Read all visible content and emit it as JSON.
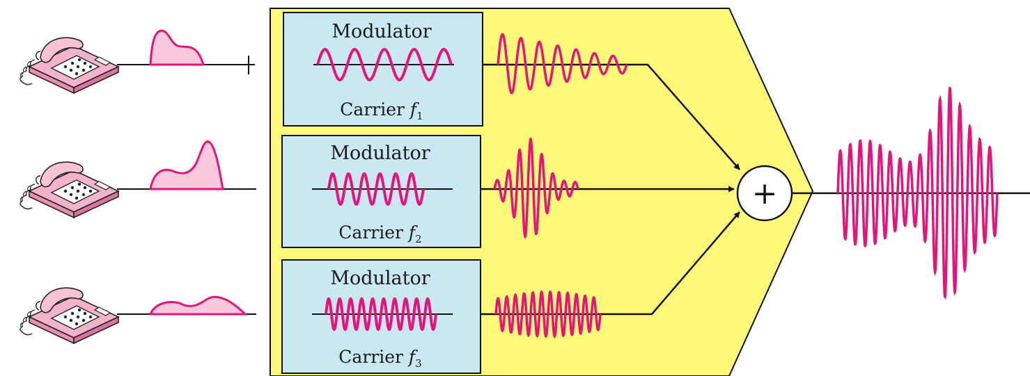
{
  "colors": {
    "background": "#ffffff",
    "panel_fill": "#fff97a",
    "modulator_fill": "#c9e8f2",
    "signal": "#e8127a",
    "signal_fill": "#f8c9dd",
    "line": "#111111"
  },
  "icons": [
    "telephone-icon",
    "telephone-icon",
    "telephone-icon",
    "summing-junction-plus-icon",
    "arrow-icon"
  ],
  "channels": [
    {
      "modulator_label": "Modulator",
      "carrier_text": "Carrier ",
      "carrier_symbol": "f",
      "carrier_subscript": "1"
    },
    {
      "modulator_label": "Modulator",
      "carrier_text": "Carrier ",
      "carrier_symbol": "f",
      "carrier_subscript": "2"
    },
    {
      "modulator_label": "Modulator",
      "carrier_text": "Carrier ",
      "carrier_symbol": "f",
      "carrier_subscript": "3"
    }
  ],
  "summer_symbol": "+"
}
